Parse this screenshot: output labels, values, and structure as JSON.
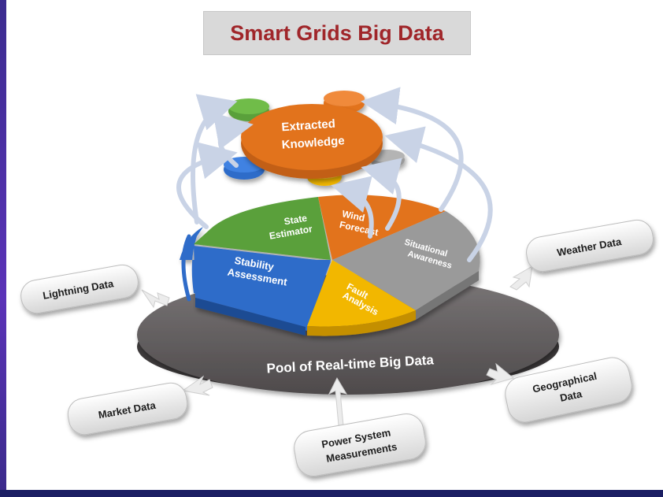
{
  "title": "Smart Grids Big Data",
  "center": {
    "label_line1": "Extracted",
    "label_line2": "Knowledge"
  },
  "pie": {
    "state_estimator": [
      "State",
      "Estimator"
    ],
    "wind_forecast": [
      "Wind",
      "Forecast"
    ],
    "situational_awareness": [
      "Situational",
      "Awareness"
    ],
    "fault_analysis": [
      "Fault",
      "Analysis"
    ],
    "stability_assessment": [
      "Stability",
      "Assessment"
    ]
  },
  "pool_label": "Pool of Real-time Big Data",
  "sources": {
    "lightning": "Lightning Data",
    "weather": "Weather Data",
    "market": "Market Data",
    "power_line1": "Power System",
    "power_line2": "Measurements",
    "geo_line1": "Geographical",
    "geo_line2": "Data"
  },
  "colors": {
    "title_text": "#a0262a",
    "green": "#5aa03a",
    "orange": "#e2731f",
    "gray": "#9a9a9a",
    "yellow": "#f2b705",
    "blue": "#2f6cc9",
    "pool": "#5f5b5c"
  }
}
